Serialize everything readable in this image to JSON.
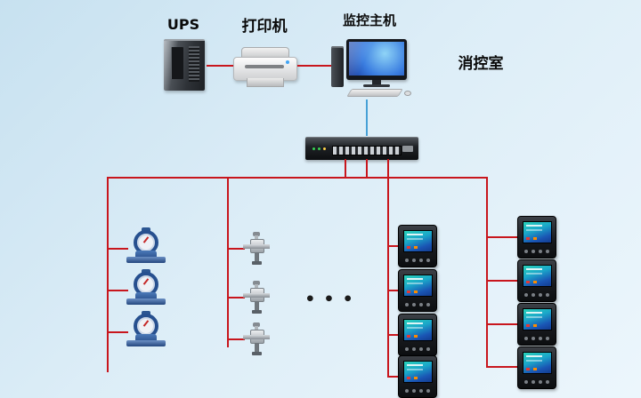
{
  "diagram": {
    "labels": {
      "ups": "UPS",
      "printer": "打印机",
      "host": "监控主机",
      "room": "消控室",
      "ellipsis": "•••"
    },
    "colors": {
      "bus_line_red": "#c8161d",
      "uplink_blue": "#46a0d6",
      "background": "#dcedf7"
    },
    "device_counts": {
      "water_meters": 3,
      "sensor_valves": 3,
      "power_meters_left_column": 4,
      "power_meters_right_column": 4
    }
  }
}
